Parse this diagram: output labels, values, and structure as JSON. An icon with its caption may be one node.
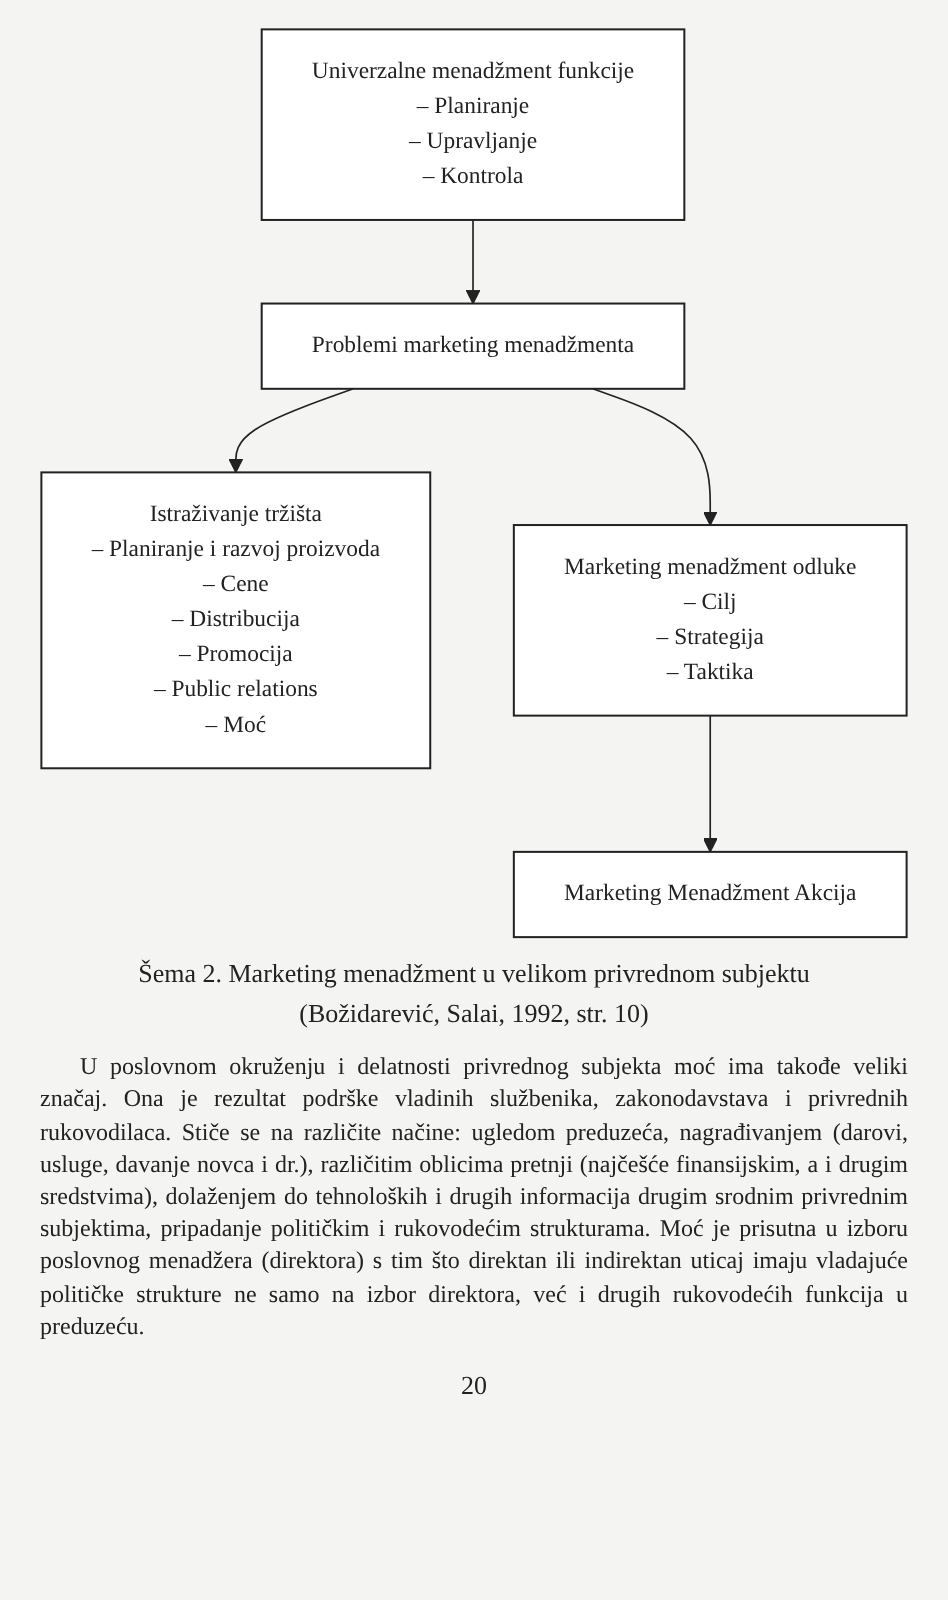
{
  "diagram": {
    "caption": "Šema 2. Marketing menadžment u velikom privrednom subjektu",
    "nodes": [
      {
        "text": [
          "Univerzalne menadžment funkcije",
          "– Planiranje",
          "– Upravljanje",
          "– Kontrola"
        ]
      },
      {
        "text": [
          "Problemi marketing menadžmenta"
        ]
      },
      {
        "text": [
          "Istraživanje tržišta",
          "– Planiranje i razvoj proizvoda",
          "– Cene",
          "– Distribucija",
          "– Promocija",
          "– Public relations",
          "– Moć"
        ]
      },
      {
        "text": [
          "Marketing menadžment odluke",
          "– Cilj",
          "– Strategija",
          "– Taktika"
        ]
      },
      {
        "text": [
          "Marketing Menadžment Akcija"
        ]
      }
    ],
    "edges": [
      {
        "from": 0,
        "to": 1,
        "arrow": "to"
      },
      {
        "from": 1,
        "to": 2,
        "arrow": "to"
      },
      {
        "from": 1,
        "to": 3,
        "arrow": "to"
      },
      {
        "from": 3,
        "to": 4,
        "arrow": "to"
      }
    ],
    "labels": [
      "(Božidarević, Salai, 1992, str. 10)",
      "U poslovnom okruženju i delatnosti privrednog subjekta moć ima takođe veliki značaj. Ona je rezultat podrške vladinih službenika, zakonodavstava i privrednih rukovodilaca. Stiče se na različite načine: ugledom preduzeća, nagrađivanjem (darovi, usluge, davanje novca i dr.), različitim oblicima pretnji (najčešće finansijskim, a i drugim sredstvima), dolaženjem do tehnoloških i drugih informacija drugim srodnim privrednim subjektima, pripadanje političkim i rukovodećim strukturama. Moć je prisutna u izboru poslovnog menadžera (direktora) s tim što direktan ili indirektan uticaj imaju vladajuće političke strukture ne samo na izbor direktora, već i drugih rukovodećih funkcija u preduzeću.",
      "20"
    ]
  }
}
